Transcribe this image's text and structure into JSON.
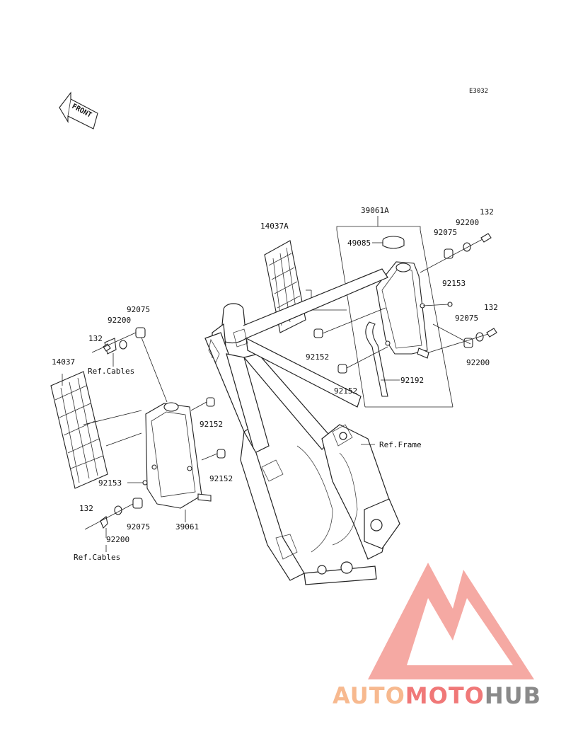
{
  "diagram_code": "E3032",
  "direction_label": "FRONT",
  "ref_labels": {
    "cables_upper": "Ref.Cables",
    "cables_lower": "Ref.Cables",
    "frame": "Ref.Frame"
  },
  "part_labels": {
    "p39061A": "39061A",
    "p49085": "49085",
    "p14037A": "14037A",
    "p92200_top": "92200",
    "p132_top": "132",
    "p92075_top": "92075",
    "p92153_right": "92153",
    "p132_right": "132",
    "p92075_right": "92075",
    "p92200_right": "92200",
    "p92152_upper": "92152",
    "p92152_mid": "92152",
    "p92192": "92192",
    "p92075_left": "92075",
    "p92200_left": "92200",
    "p132_left": "132",
    "p14037": "14037",
    "p92152_left": "92152",
    "p92152_left_low": "92152",
    "p92153_left": "92153",
    "p132_low": "132",
    "p92075_low": "92075",
    "p92200_low": "92200",
    "p39061": "39061"
  },
  "watermark": {
    "part_a": "AUTO",
    "part_b": "MOTO",
    "part_c": "HUB",
    "color_a": "#f7b98f",
    "color_b": "#f07878",
    "color_c": "#8a8a8a",
    "logo_color": "#f4a09a"
  }
}
